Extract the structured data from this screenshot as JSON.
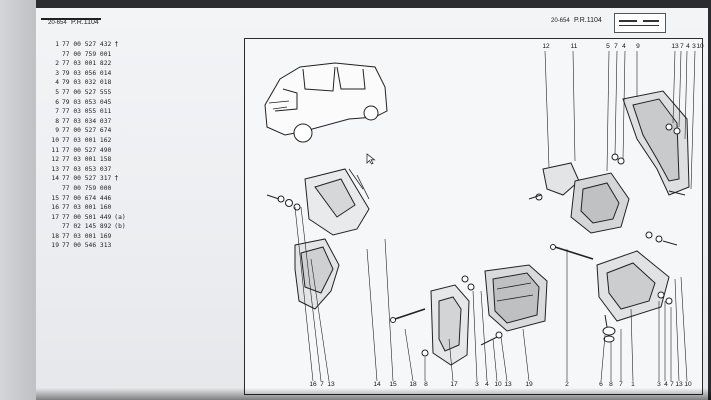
{
  "header": {
    "left_page_ref": "20-654",
    "left_pr": "P.R.1104",
    "right_page_ref": "20-654",
    "right_pr": "P.R.1104"
  },
  "parts": [
    {
      "index": "1",
      "code": "77 00 527 432",
      "note": "",
      "mark": "†"
    },
    {
      "index": "",
      "code": "77 00 759 001",
      "note": "",
      "mark": ""
    },
    {
      "index": "2",
      "code": "77 03 001 822",
      "note": "",
      "mark": ""
    },
    {
      "index": "3",
      "code": "79 03 056 014",
      "note": "",
      "mark": ""
    },
    {
      "index": "4",
      "code": "79 03 032 018",
      "note": "",
      "mark": ""
    },
    {
      "index": "5",
      "code": "77 00 527 555",
      "note": "",
      "mark": ""
    },
    {
      "index": "6",
      "code": "79 03 053 045",
      "note": "",
      "mark": ""
    },
    {
      "index": "7",
      "code": "77 03 055 011",
      "note": "",
      "mark": ""
    },
    {
      "index": "8",
      "code": "77 03 034 037",
      "note": "",
      "mark": ""
    },
    {
      "index": "9",
      "code": "77 00 527 674",
      "note": "",
      "mark": ""
    },
    {
      "index": "10",
      "code": "77 03 001 162",
      "note": "",
      "mark": ""
    },
    {
      "index": "11",
      "code": "77 00 527 490",
      "note": "",
      "mark": ""
    },
    {
      "index": "12",
      "code": "77 03 001 158",
      "note": "",
      "mark": ""
    },
    {
      "index": "13",
      "code": "77 03 053 037",
      "note": "",
      "mark": ""
    },
    {
      "index": "14",
      "code": "77 00 527 317",
      "note": "",
      "mark": "†"
    },
    {
      "index": "",
      "code": "77 00 759 000",
      "note": "",
      "mark": ""
    },
    {
      "index": "15",
      "code": "77 00 674 446",
      "note": "",
      "mark": ""
    },
    {
      "index": "16",
      "code": "77 03 001 160",
      "note": "",
      "mark": ""
    },
    {
      "index": "17",
      "code": "77 00 501 449",
      "note": "(a)",
      "mark": ""
    },
    {
      "index": "",
      "code": "77 02 145 892",
      "note": "(b)",
      "mark": ""
    },
    {
      "index": "18",
      "code": "77 03 001 169",
      "note": "",
      "mark": ""
    },
    {
      "index": "19",
      "code": "77 00 546 313",
      "note": "",
      "mark": ""
    }
  ],
  "callouts_top": {
    "c12": "12",
    "c11": "11",
    "c5": "5",
    "c7": "7",
    "c4": "4",
    "c9": "9",
    "c13": "13",
    "c7b": "7",
    "c4b": "4",
    "c3": "3",
    "c10": "10"
  },
  "callouts_bottom": {
    "c16": "16",
    "c7": "7",
    "c13": "13",
    "c14": "14",
    "c15": "15",
    "c18": "18",
    "c8": "8",
    "c17": "17",
    "c3": "3",
    "c4": "4",
    "c10": "10",
    "c13b": "13",
    "c19": "19",
    "c2": "2",
    "c6": "6",
    "c8b": "8",
    "c7b": "7",
    "c1": "1",
    "c3b": "3",
    "c4b": "4",
    "c7c": "7",
    "c13c": "13",
    "c10b": "10"
  },
  "colors": {
    "ink": "#1d1d1d",
    "paper": "#f3f4f6",
    "bezel": "#2a2c30"
  }
}
